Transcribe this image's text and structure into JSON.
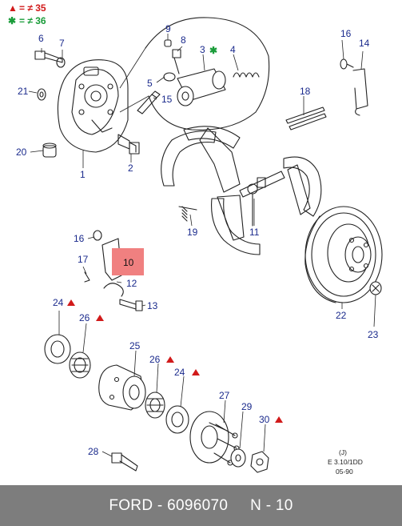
{
  "legend": {
    "item1": {
      "symbol": "▲",
      "color": "#d11a1a",
      "text": "= ≠ 35"
    },
    "item2": {
      "symbol": "✱",
      "color": "#1a9c3a",
      "text": "= ≠ 36"
    }
  },
  "labels": {
    "p1": "1",
    "p2": "2",
    "p3": "3",
    "p4": "4",
    "p5": "5",
    "p6": "6",
    "p7": "7",
    "p8": "8",
    "p9": "9",
    "p10": "10",
    "p11": "11",
    "p12": "12",
    "p13": "13",
    "p14": "14",
    "p15": "15",
    "p16a": "16",
    "p16b": "16",
    "p17": "17",
    "p18": "18",
    "p19": "19",
    "p20": "20",
    "p21": "21",
    "p22": "22",
    "p23": "23",
    "p24a": "24",
    "p24b": "24",
    "p25": "25",
    "p26a": "26",
    "p26b": "26",
    "p27": "27",
    "p28": "28",
    "p29": "29",
    "p30": "30"
  },
  "highlight_color": "#f08080",
  "reference": {
    "line1": "(J)",
    "line2": "E 3.10/1DD",
    "line3": "05-90"
  },
  "footer": {
    "brand": "FORD",
    "sep": " - ",
    "part_number": "6096070",
    "position": "N - 10"
  }
}
